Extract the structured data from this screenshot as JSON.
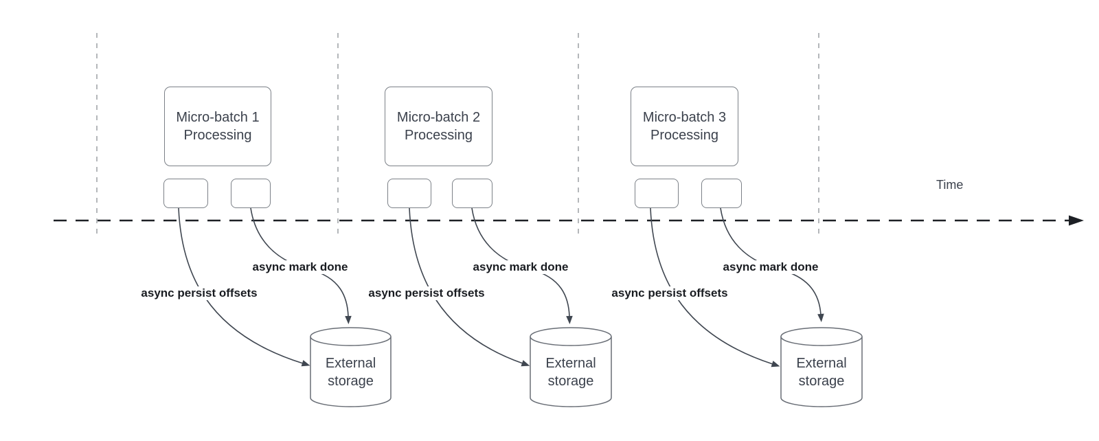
{
  "diagram": {
    "time_axis_label": "Time",
    "batches": [
      {
        "process_box": {
          "line1": "Micro-batch 1",
          "line2": "Processing"
        },
        "persist_arrow_label": "async persist offsets",
        "mark_done_arrow_label": "async mark done",
        "storage": {
          "line1": "External",
          "line2": "storage"
        }
      },
      {
        "process_box": {
          "line1": "Micro-batch 2",
          "line2": "Processing"
        },
        "persist_arrow_label": "async persist offsets",
        "mark_done_arrow_label": "async mark done",
        "storage": {
          "line1": "External",
          "line2": "storage"
        }
      },
      {
        "process_box": {
          "line1": "Micro-batch 3",
          "line2": "Processing"
        },
        "persist_arrow_label": "async persist offsets",
        "mark_done_arrow_label": "async mark done",
        "storage": {
          "line1": "External",
          "line2": "storage"
        }
      }
    ],
    "colors": {
      "background": "#ffffff",
      "timeline": "#1d2025",
      "connector": "#3f4650",
      "box_border": "#7b8087",
      "cylinder_border": "#686d75",
      "guide_dash": "#b4b7ba",
      "text_soft": "#3b414c",
      "text_bold": "#191c21"
    }
  }
}
